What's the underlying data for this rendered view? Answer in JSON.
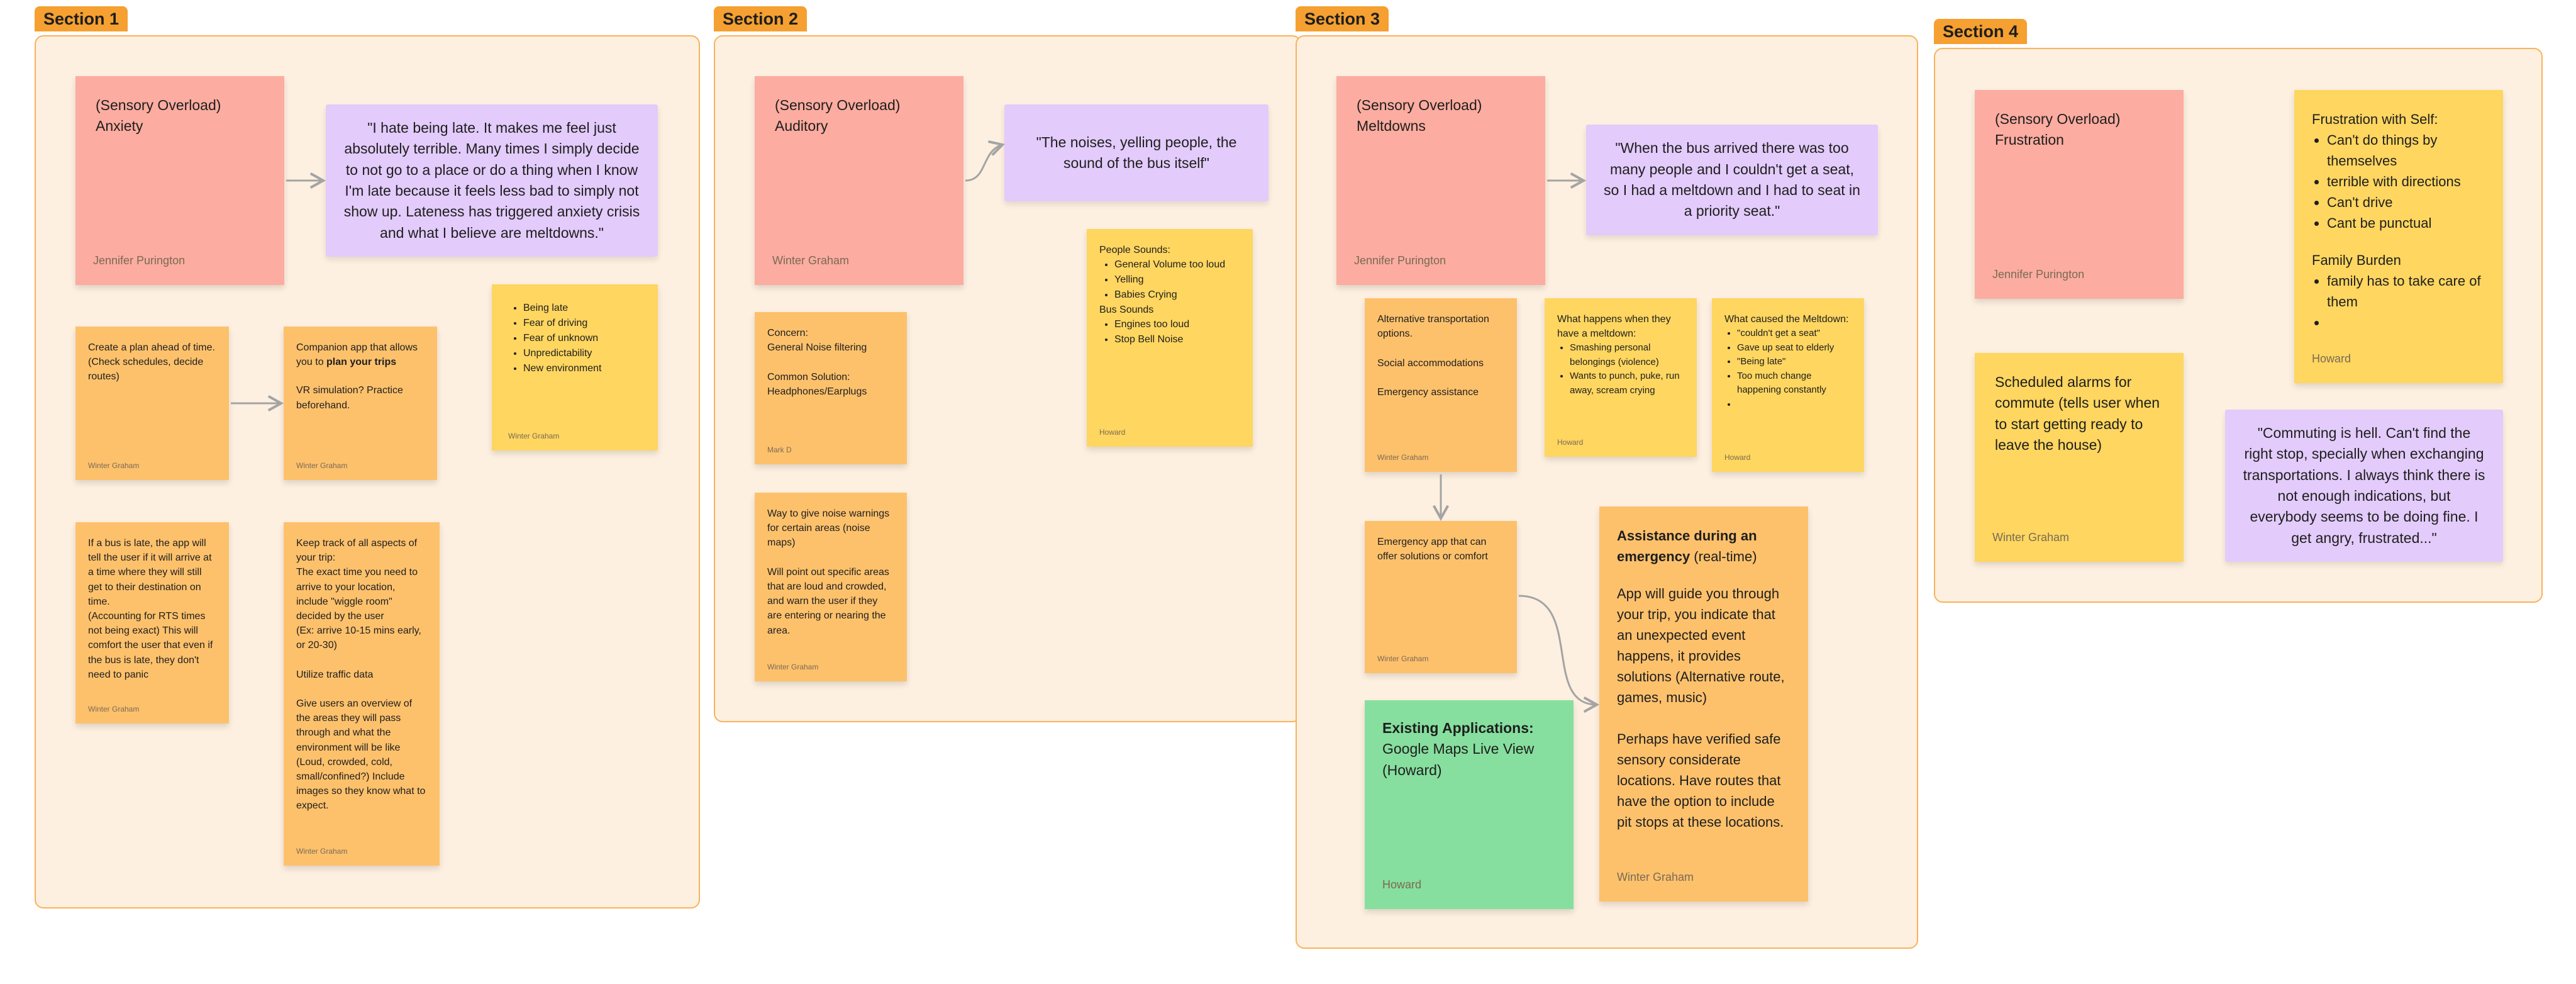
{
  "sections": [
    {
      "label": "Section 1"
    },
    {
      "label": "Section 2"
    },
    {
      "label": "Section 3"
    },
    {
      "label": "Section 4"
    }
  ],
  "notes": {
    "s1_anxiety": {
      "title": "(Sensory Overload)\nAnxiety",
      "author": "Jennifer Purington"
    },
    "s1_quote": {
      "text": "\"I hate being late. It makes me feel just absolutely terrible. Many times I simply decide to not go to a place or do a thing when I know I'm late because it feels less bad to simply not show up. Lateness has triggered anxiety crisis and what I believe are meltdowns.\""
    },
    "s1_plan": {
      "text": "Create a plan ahead of time. (Check schedules, decide routes)",
      "author": "Winter Graham"
    },
    "s1_companion": {
      "text_a": "Companion app that allows you to ",
      "text_b": "plan your trips",
      "text_c": "VR simulation? Practice beforehand.",
      "author": "Winter Graham"
    },
    "s1_list": {
      "items": [
        "Being late",
        "Fear of driving",
        "Fear of unknown",
        "Unpredictability",
        "New environment"
      ],
      "author": "Winter Graham"
    },
    "s1_late": {
      "text": "If a bus is late, the app will tell the user if it will arrive at a time where they will still get to their destination on time.\n(Accounting for RTS times not being exact) This will comfort the user that even if the bus is late, they don't need to panic",
      "author": "Winter Graham"
    },
    "s1_track": {
      "text": "Keep track of all aspects of your trip:\nThe exact time you need to arrive to your location, include \"wiggle room\" decided by the user\n(Ex: arrive 10-15 mins early, or 20-30)\n\nUtilize traffic data\n\nGive users an overview of the areas they will pass through and what the environment will be like (Loud, crowded, cold, small/confined?) Include images so they know what to expect.",
      "author": "Winter Graham"
    },
    "s2_auditory": {
      "title": "(Sensory Overload)\nAuditory",
      "author": "Winter Graham"
    },
    "s2_quote": {
      "text": "\"The noises, yelling people, the sound of the bus itself\""
    },
    "s2_concern": {
      "text": "Concern:\nGeneral Noise filtering\n\nCommon Solution:\nHeadphones/Earplugs",
      "author": "Mark D"
    },
    "s2_people": {
      "head1": "People Sounds:",
      "items1": [
        "General Volume too loud",
        "Yelling",
        "Babies Crying"
      ],
      "head2": "Bus Sounds",
      "items2": [
        "Engines too loud",
        "Stop Bell Noise"
      ],
      "author": "Howard"
    },
    "s2_noise": {
      "text": "Way to give noise warnings for certain areas (noise maps)\n\nWill point out specific areas that are loud and crowded, and warn the user if they are entering or nearing the area.",
      "author": "Winter Graham"
    },
    "s3_meltdowns": {
      "title": "(Sensory Overload)\nMeltdowns",
      "author": "Jennifer Purington"
    },
    "s3_quote": {
      "text": "\"When the bus arrived there was too many people and I couldn't get a seat, so I had a meltdown and I had to seat in a priority seat.\""
    },
    "s3_alt": {
      "text": "Alternative transportation options.\n\nSocial accommodations\n\nEmergency assistance",
      "author": "Winter Graham"
    },
    "s3_what": {
      "head": "What happens when they have a meltdown:",
      "items": [
        "Smashing personal belongings (violence)",
        "Wants to punch, puke, run away, scream crying"
      ],
      "author": "Howard"
    },
    "s3_cause": {
      "head": "What caused the Meltdown:",
      "items": [
        "\"couldn't get a seat\"",
        "Gave up seat to elderly",
        "\"Being late\"",
        "Too much change happening constantly",
        ""
      ],
      "author": "Howard"
    },
    "s3_emergency": {
      "text": "Emergency app that can offer solutions or comfort",
      "author": "Winter Graham"
    },
    "s3_existing": {
      "title": "Existing Applications:",
      "text": "Google Maps Live View (Howard)",
      "author": "Howard"
    },
    "s3_assist": {
      "title": "Assistance during an emergency",
      "title_suffix": " (real-time)",
      "text": "App will guide you through your trip, you indicate that an unexpected event happens, it provides solutions (Alternative route, games, music)\n\nPerhaps have verified safe sensory considerate locations. Have routes that have the option to include pit stops at these locations.",
      "author": "Winter Graham"
    },
    "s4_frustration": {
      "title": "(Sensory Overload)\nFrustration",
      "author": "Jennifer Purington"
    },
    "s4_self": {
      "head1": "Frustration with Self:",
      "items1": [
        "Can't do things by themselves",
        "terrible with directions",
        "Can't drive",
        "Cant be punctual"
      ],
      "head2": "Family Burden",
      "items2": [
        "family has to take care of them",
        ""
      ],
      "author": "Howard"
    },
    "s4_alarms": {
      "text": "Scheduled alarms for commute (tells user when to start getting ready to leave the house)",
      "author": "Winter Graham"
    },
    "s4_quote": {
      "text": "\"Commuting is hell. Can't find the right stop, specially when exchanging transportations. I always think there is not enough indications, but everybody seems to be doing fine. I get angry, frustrated...\""
    }
  },
  "colors": {
    "section_fill": "#fef0e0",
    "section_border": "#f8b25c",
    "pink": "#fcaca0",
    "orange": "#fdc16c",
    "yellow": "#fed660",
    "purple": "#e3cbfb",
    "green": "#86df9e",
    "connector": "#a4a4a4"
  }
}
